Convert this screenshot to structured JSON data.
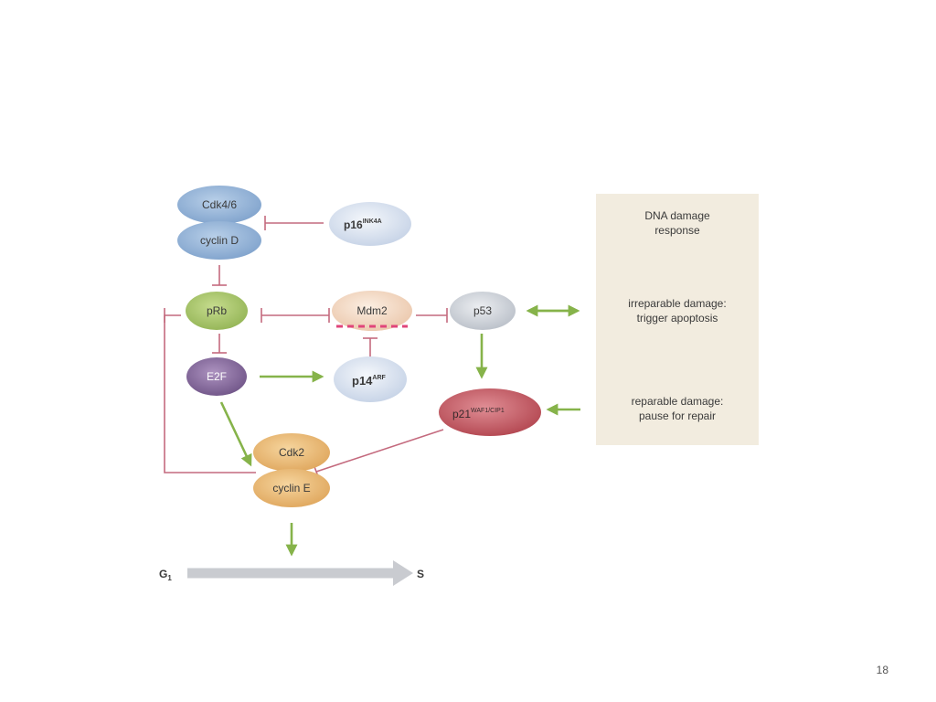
{
  "diagram": {
    "nodes": {
      "cdk46": "Cdk4/6",
      "cyclin_d": "cyclin D",
      "p16": "p16",
      "p16_sup": "INK4A",
      "prb": "pRb",
      "mdm2": "Mdm2",
      "p53": "p53",
      "e2f": "E2F",
      "p14": "p14",
      "p14_sup": "ARF",
      "p21": "p21",
      "p21_sup": "WAF1/CIP1",
      "cdk2": "Cdk2",
      "cyclin_e": "cyclin E"
    },
    "phase": {
      "start": "G",
      "start_sub": "1",
      "end": "S"
    },
    "response_box": {
      "title_line1": "DNA damage",
      "title_line2": "response",
      "irreparable_line1": "irreparable damage:",
      "irreparable_line2": "trigger apoptosis",
      "reparable_line1": "reparable damage:",
      "reparable_line2": "pause for repair"
    }
  },
  "page_number": "18",
  "colors": {
    "inhibit": "#c46a7e",
    "activate": "#86b34a",
    "cdk46": "#8fb0d6",
    "p16": "#d2dded",
    "prb": "#a7c46a",
    "mdm2": "#f3d8c2",
    "mdm2_dash": "#e0457a",
    "p53": "#c7ccd3",
    "e2f": "#8a6ea0",
    "p14": "#d2dded",
    "p21": "#c25a65",
    "cdk2": "#e9b871",
    "response_box": "#f2ecdf",
    "phase_arrow": "#c9cbd0"
  }
}
